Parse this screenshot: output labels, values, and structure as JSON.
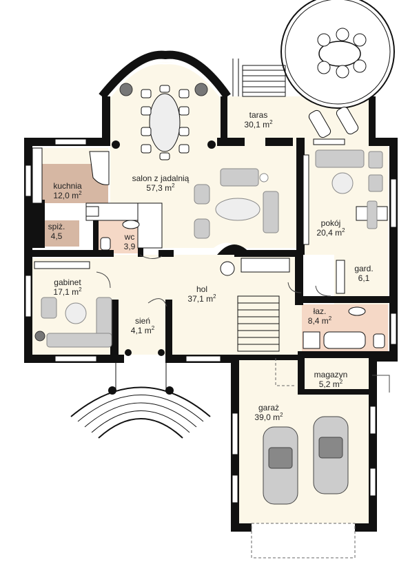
{
  "rooms": [
    {
      "key": "taras",
      "name": "taras",
      "area": "30,1 m",
      "unit_sup": "2"
    },
    {
      "key": "salon",
      "name": "salon z jadalnią",
      "area": "57,3 m",
      "unit_sup": "2"
    },
    {
      "key": "kuchnia",
      "name": "kuchnia",
      "area": "12,0 m",
      "unit_sup": "2"
    },
    {
      "key": "spiz",
      "name": "spiż.",
      "area": "4,5",
      "unit_sup": ""
    },
    {
      "key": "wc",
      "name": "wc",
      "area": "3,9",
      "unit_sup": ""
    },
    {
      "key": "pokoj",
      "name": "pokój",
      "area": "20,4 m",
      "unit_sup": "2"
    },
    {
      "key": "gard",
      "name": "gard.",
      "area": "6,1",
      "unit_sup": ""
    },
    {
      "key": "gabinet",
      "name": "gabinet",
      "area": "17,1 m",
      "unit_sup": "2"
    },
    {
      "key": "hol",
      "name": "hol",
      "area": "37,1 m",
      "unit_sup": "2"
    },
    {
      "key": "sien",
      "name": "sień",
      "area": "4,1 m",
      "unit_sup": "2"
    },
    {
      "key": "laz",
      "name": "łaz.",
      "area": "8,4 m",
      "unit_sup": "2"
    },
    {
      "key": "magazyn",
      "name": "magazyn",
      "area": "5,2 m",
      "unit_sup": "2"
    },
    {
      "key": "garaz",
      "name": "garaż",
      "area": "39,0 m",
      "unit_sup": "2"
    }
  ],
  "colors": {
    "floor": "#fcf7e8",
    "kitchen": "#d6b7a3",
    "bath": "#f5d8c6",
    "wall": "#111111",
    "furniture": "#cccccc",
    "furniture_edge": "#888888",
    "line": "#444444"
  }
}
